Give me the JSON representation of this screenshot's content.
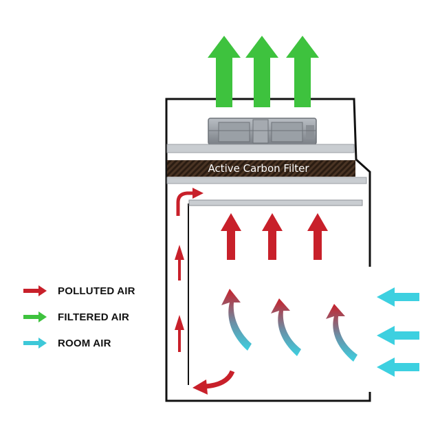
{
  "filter": {
    "label": "Active Carbon Filter"
  },
  "legend": {
    "items": [
      {
        "label": "POLLUTED AIR",
        "color": "#c8202a"
      },
      {
        "label": "FILTERED AIR",
        "color": "#3ec23e"
      },
      {
        "label": "ROOM AIR",
        "color": "#3dc8d8"
      }
    ]
  },
  "colors": {
    "polluted": "#c8202a",
    "filtered": "#3ec23e",
    "room": "#3dd0e0",
    "filter_band": "#3a2a1e",
    "fan": "#8a8f95"
  }
}
